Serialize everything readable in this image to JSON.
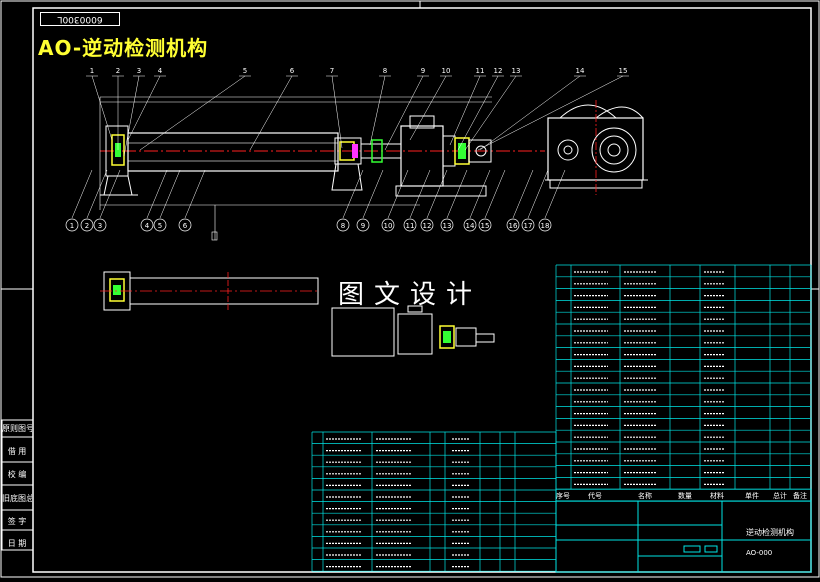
{
  "drawing": {
    "title": "AO-逆动检测机构",
    "corner_code": "6000300L",
    "watermark": "图文设计",
    "title_block_name": "逆动检测机构",
    "title_block_code": "AO-000"
  },
  "side_labels": [
    "原则图号及版本",
    "借 用",
    "校 编",
    "旧底图总号",
    "签 字",
    "日 期"
  ],
  "balloons_top": [
    "1",
    "2",
    "3",
    "4",
    "5",
    "6",
    "7",
    "8",
    "9",
    "10",
    "11",
    "12",
    "13",
    "14",
    "15"
  ],
  "balloons_bottom": [
    "1",
    "2",
    "3",
    "4",
    "5",
    "6",
    "8",
    "9",
    "10",
    "11",
    "12",
    "13",
    "14",
    "15",
    "16",
    "17",
    "18"
  ],
  "bom_header": [
    "序号",
    "代号",
    "名称",
    "数量",
    "材料",
    "单件",
    "总计",
    "备注"
  ],
  "colors": {
    "frame": "#ffffff",
    "table": "#00e5e5",
    "outline": "#ffffff",
    "centerline": "#ff2020",
    "part_yellow": "#ffff33",
    "part_green": "#33ff33",
    "part_magenta": "#ff33ff"
  }
}
